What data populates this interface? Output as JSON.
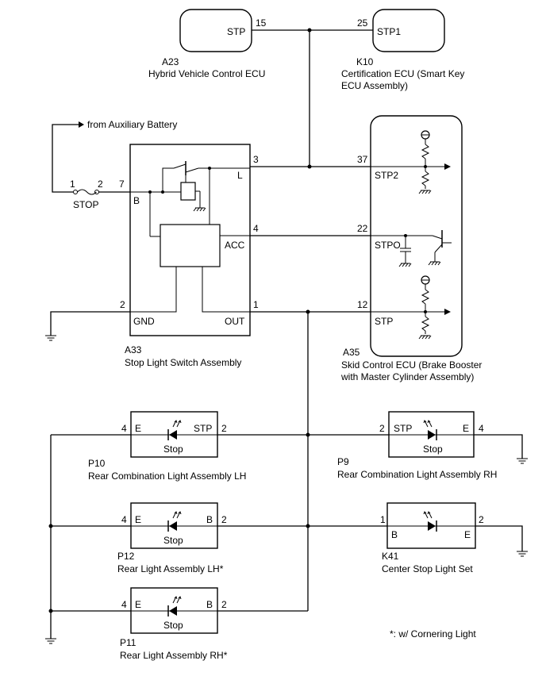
{
  "a23": {
    "code": "A23",
    "name": "Hybrid Vehicle Control ECU",
    "pin_label": "STP",
    "pin_no": "15"
  },
  "k10": {
    "code": "K10",
    "name_line1": "Certification ECU (Smart Key",
    "name_line2": "ECU Assembly)",
    "pin_label": "STP1",
    "pin_no": "25"
  },
  "battery": {
    "label": "from Auxiliary Battery"
  },
  "fuse": {
    "label": "STOP",
    "pin_in": "1",
    "pin_out": "2"
  },
  "a33": {
    "code": "A33",
    "name": "Stop Light Switch Assembly",
    "pins": {
      "b_no": "7",
      "b": "B",
      "l_no": "3",
      "l": "L",
      "acc_no": "4",
      "acc": "ACC",
      "gnd_no": "2",
      "gnd": "GND",
      "out_no": "1",
      "out": "OUT"
    }
  },
  "a35": {
    "code": "A35",
    "name_line1": "Skid Control ECU (Brake Booster",
    "name_line2": "with Master Cylinder Assembly)",
    "pins": {
      "stp2_no": "37",
      "stp2": "STP2",
      "stpo_no": "22",
      "stpo": "STPO",
      "stp_no": "12",
      "stp": "STP"
    }
  },
  "p10": {
    "code": "P10",
    "name": "Rear Combination Light Assembly LH",
    "left_no": "4",
    "left": "E",
    "right": "STP",
    "right_no": "2",
    "lamp": "Stop"
  },
  "p9": {
    "code": "P9",
    "name": "Rear Combination Light Assembly RH",
    "left_no": "2",
    "left": "STP",
    "right": "E",
    "right_no": "4",
    "lamp": "Stop"
  },
  "p12": {
    "code": "P12",
    "name": "Rear Light Assembly LH*",
    "left_no": "4",
    "left": "E",
    "right": "B",
    "right_no": "2",
    "lamp": "Stop"
  },
  "k41": {
    "code": "K41",
    "name": "Center Stop Light Set",
    "left_no": "1",
    "left": "B",
    "right": "E",
    "right_no": "2"
  },
  "p11": {
    "code": "P11",
    "name": "Rear Light Assembly RH*",
    "left_no": "4",
    "left": "E",
    "right": "B",
    "right_no": "2",
    "lamp": "Stop"
  },
  "footnote": "*: w/ Cornering Light"
}
